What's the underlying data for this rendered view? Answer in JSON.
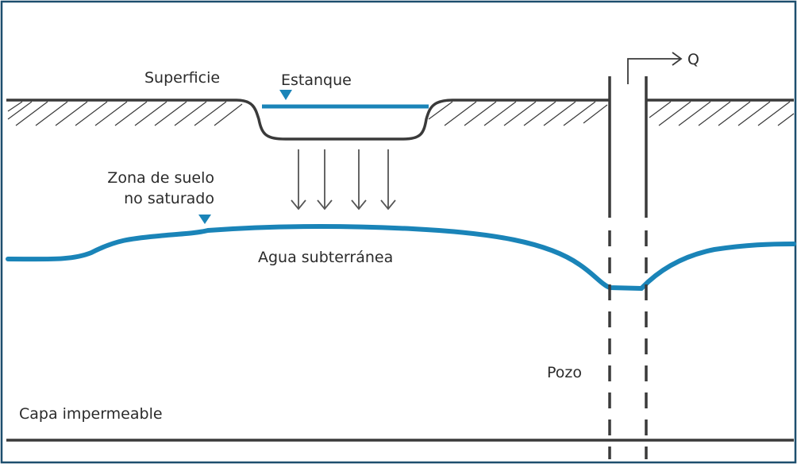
{
  "labels": {
    "surface": "Superficie",
    "pond": "Estanque",
    "discharge": "Q",
    "unsaturated_line1": "Zona de suelo",
    "unsaturated_line2": "no saturado",
    "groundwater": "Agua subterránea",
    "well": "Pozo",
    "impermeable": "Capa impermeable"
  },
  "colors": {
    "frame": "#1d4f6e",
    "water": "#1a84b8",
    "ground": "#3a3a3a",
    "arrow": "#555555",
    "text": "#2b2b2b"
  }
}
